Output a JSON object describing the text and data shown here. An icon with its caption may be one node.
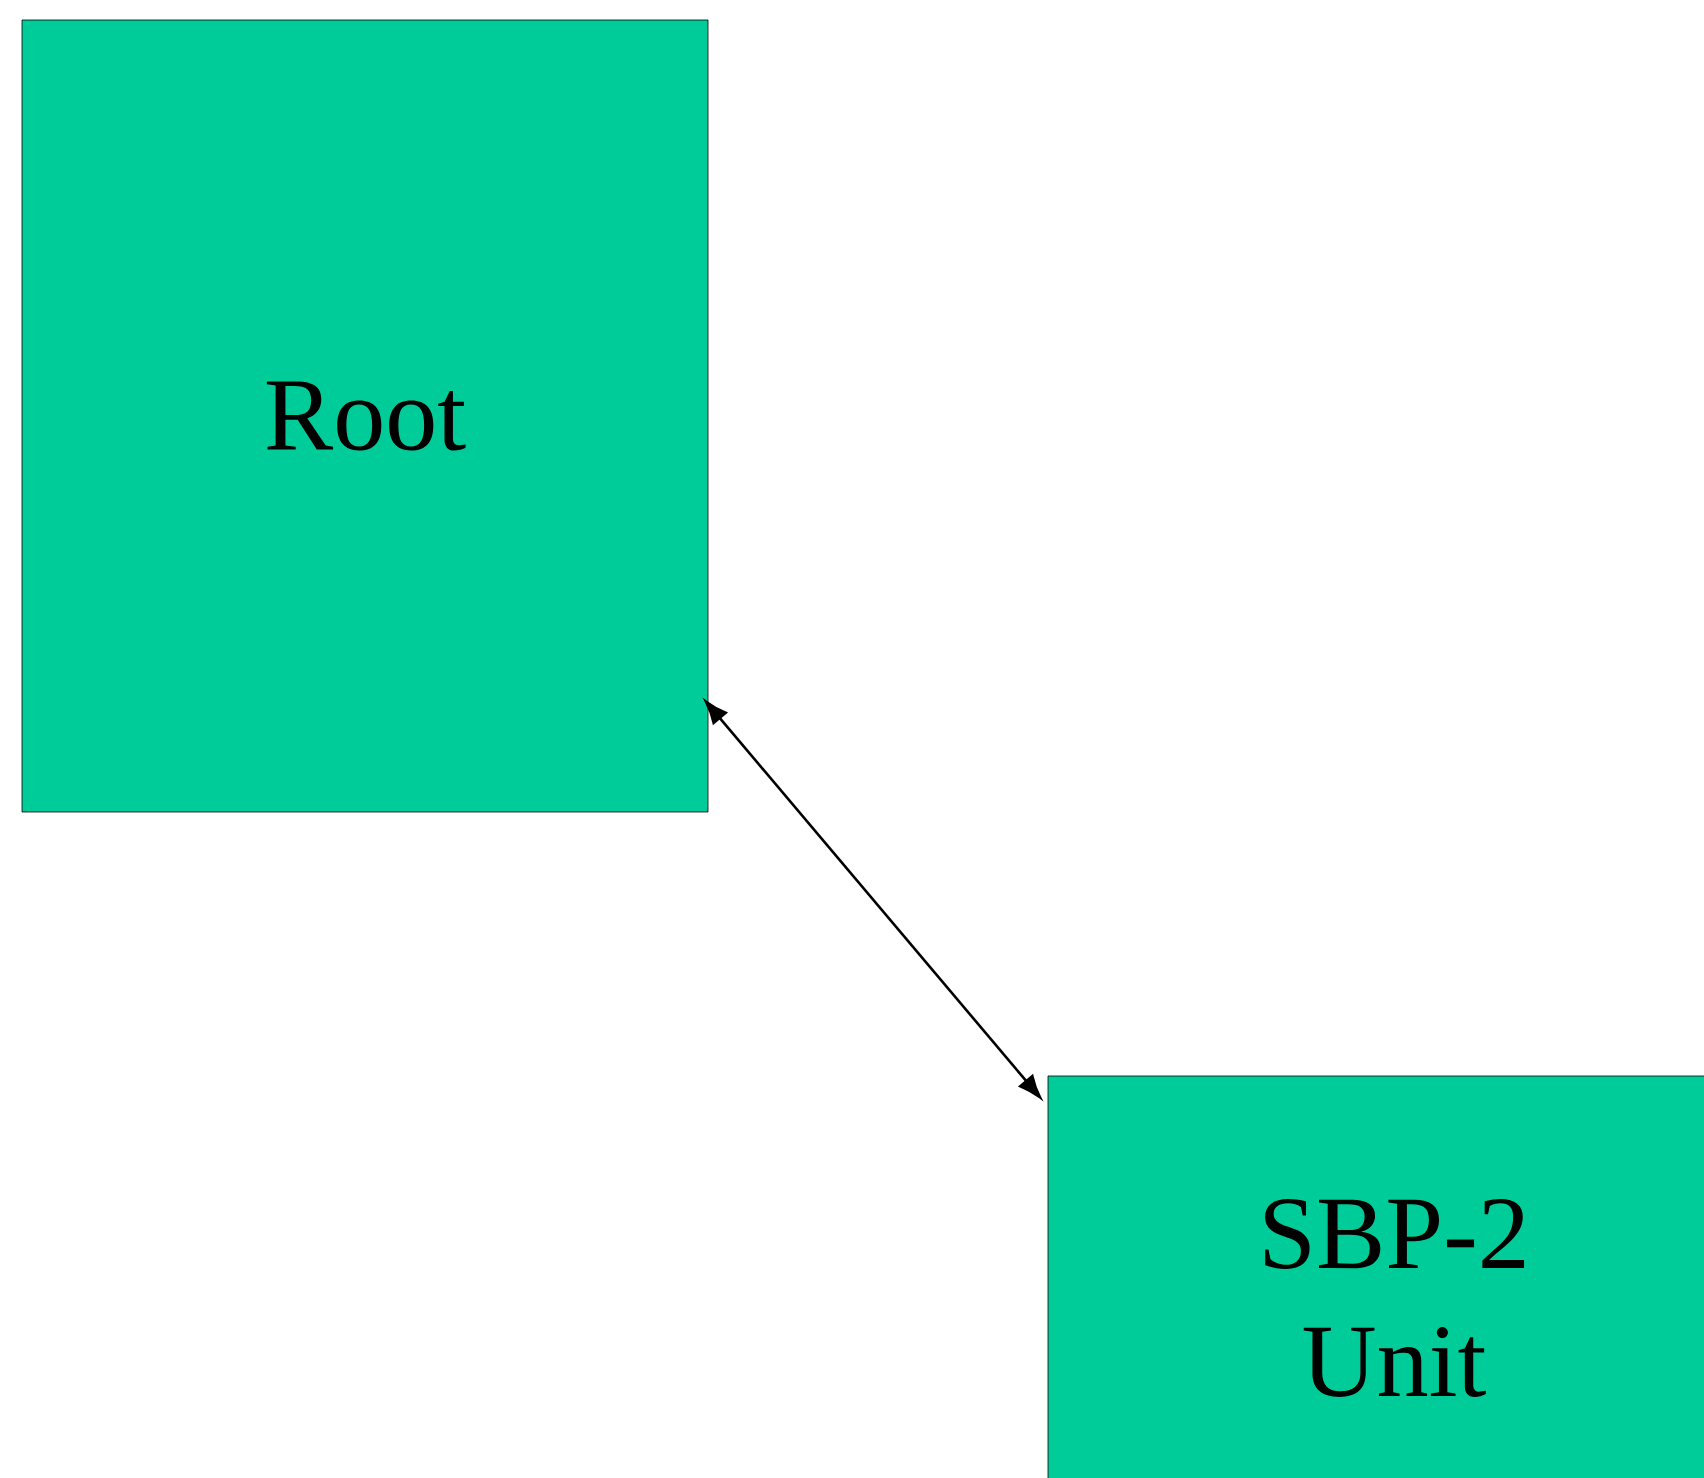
{
  "diagram": {
    "nodes": [
      {
        "text": [
          "Root"
        ]
      },
      {
        "text": [
          "SBP-2 Unit"
        ]
      }
    ],
    "edges": [
      {
        "from": 0,
        "to": 1,
        "arrow": "both"
      }
    ]
  }
}
